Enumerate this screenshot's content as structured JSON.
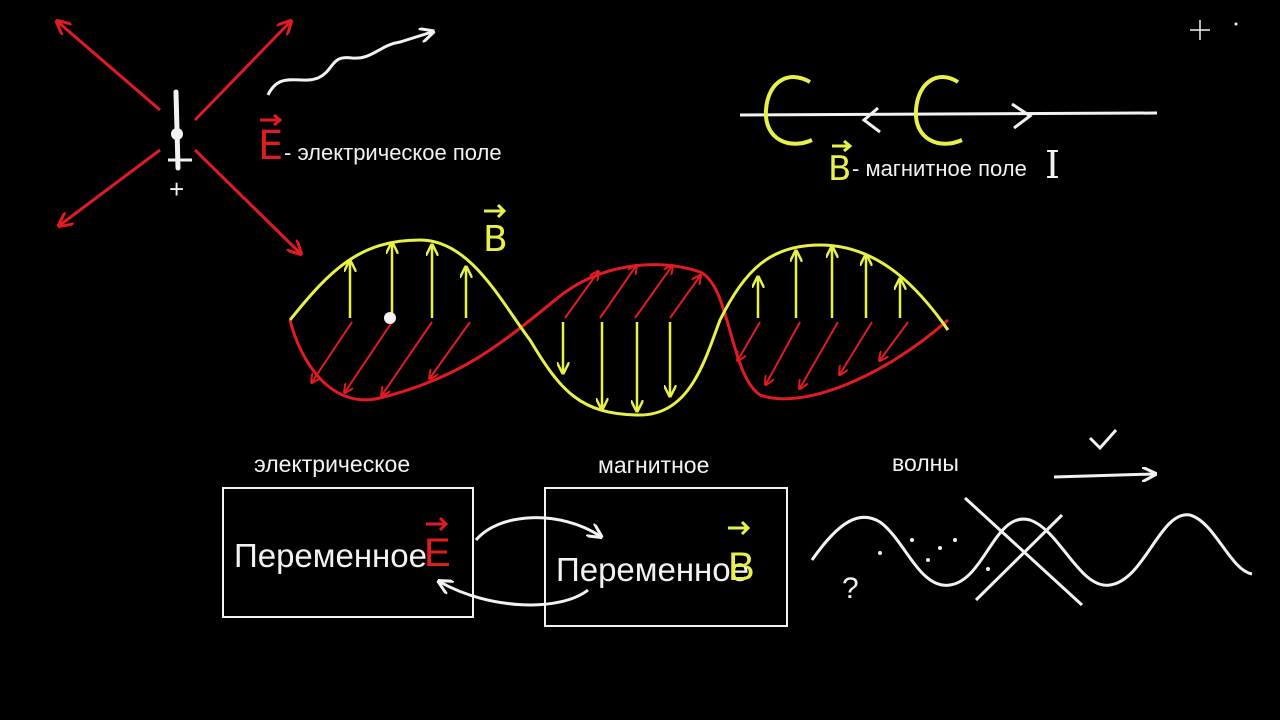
{
  "colors": {
    "background": "#000000",
    "electric": "#e01b24",
    "magnetic": "#e8f04a",
    "chalk": "#f2f2f2"
  },
  "labels": {
    "e_symbol": "E",
    "e_text": "- электрическое поле",
    "b_symbol": "B",
    "b_text": "- магнитное поле",
    "current_symbol": "I",
    "plus_sign": "+",
    "wave_b_symbol": "B",
    "box1_title": "электрическое",
    "box2_title": "магнитное",
    "waves_title": "волны",
    "box1_text": "Переменное",
    "box1_symbol": "E",
    "box2_text": "Переменное",
    "box2_symbol": "B",
    "question": "?"
  },
  "icons": {
    "cursor": "crosshair-cursor-icon"
  }
}
